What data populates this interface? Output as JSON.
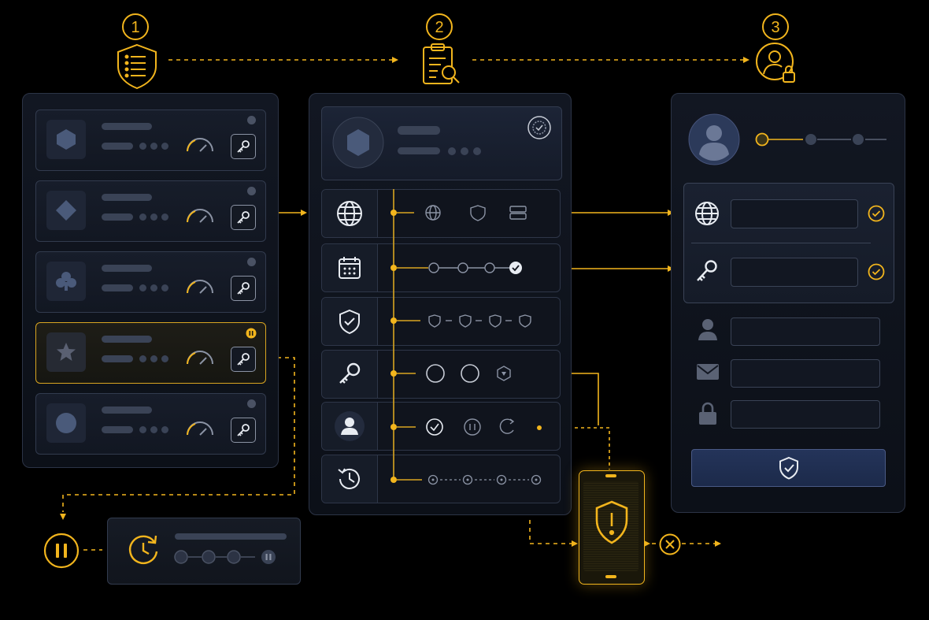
{
  "steps": [
    {
      "number": "1",
      "icon": "shield-list-icon"
    },
    {
      "number": "2",
      "icon": "clipboard-search-icon"
    },
    {
      "number": "3",
      "icon": "user-lock-icon"
    }
  ],
  "left_panel": {
    "cards": [
      {
        "shape": "hexagon-icon",
        "state": "idle"
      },
      {
        "shape": "diamond-icon",
        "state": "idle"
      },
      {
        "shape": "club-icon",
        "state": "idle"
      },
      {
        "shape": "star-icon",
        "state": "paused"
      },
      {
        "shape": "circle-icon",
        "state": "idle"
      }
    ]
  },
  "middle_panel": {
    "header_badge": "verified-badge-icon",
    "rows": [
      {
        "icon": "globe-icon",
        "items": [
          "globe-icon",
          "shield-icon",
          "server-icon"
        ]
      },
      {
        "icon": "calendar-icon",
        "items": [
          "step",
          "step",
          "step",
          "check-circle-icon"
        ]
      },
      {
        "icon": "shield-check-icon",
        "items": [
          "shield-icon",
          "shield-icon",
          "shield-icon",
          "shield-icon"
        ]
      },
      {
        "icon": "key-icon",
        "items": [
          "circle",
          "circle",
          "hexagon-icon"
        ]
      },
      {
        "icon": "user-icon",
        "items": [
          "check-circle-icon",
          "pause-icon",
          "refresh-icon"
        ]
      },
      {
        "icon": "clock-history-icon",
        "items": [
          "step",
          "step",
          "step",
          "step"
        ]
      }
    ]
  },
  "right_panel": {
    "progress_steps": 3,
    "progress_current": 1,
    "verified_fields": [
      "globe-icon",
      "key-icon"
    ],
    "fields": [
      "user-icon",
      "mail-icon",
      "lock-icon"
    ],
    "submit_icon": "shield-check-icon"
  },
  "pause_widget": {
    "icon": "clock-refresh-icon"
  },
  "alert": {
    "icon": "shield-alert-icon",
    "result": "x-circle-icon"
  },
  "colors": {
    "accent": "#f2b51d",
    "background": "#000000",
    "panel": "#121722",
    "muted": "#4a5264",
    "button": "#1c2a4a"
  }
}
